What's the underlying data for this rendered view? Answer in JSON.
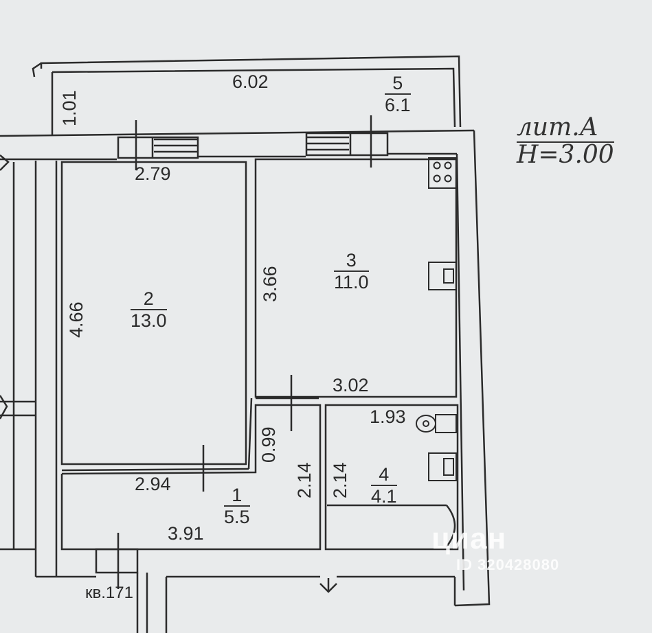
{
  "building": {
    "litera": "лит.А",
    "height": "H=3.00"
  },
  "apartment": {
    "label": "кв.171"
  },
  "rooms": [
    {
      "number": "5",
      "area": "6.1"
    },
    {
      "number": "2",
      "area": "13.0"
    },
    {
      "number": "3",
      "area": "11.0"
    },
    {
      "number": "1",
      "area": "5.5"
    },
    {
      "number": "4",
      "area": "4.1"
    }
  ],
  "dimensions": {
    "balcony_width": "6.02",
    "balcony_depth": "1.01",
    "room2_top": "2.79",
    "room2_height": "4.66",
    "room2_bottom": "2.94",
    "room3_height": "3.66",
    "room3_bottom": "3.02",
    "corridor_narrow": "0.99",
    "corridor_width": "3.91",
    "wc_left": "2.14",
    "wc_right": "2.14",
    "wc_top": "1.93"
  },
  "watermark": {
    "brand": "циан",
    "id": "ID 320428080"
  }
}
